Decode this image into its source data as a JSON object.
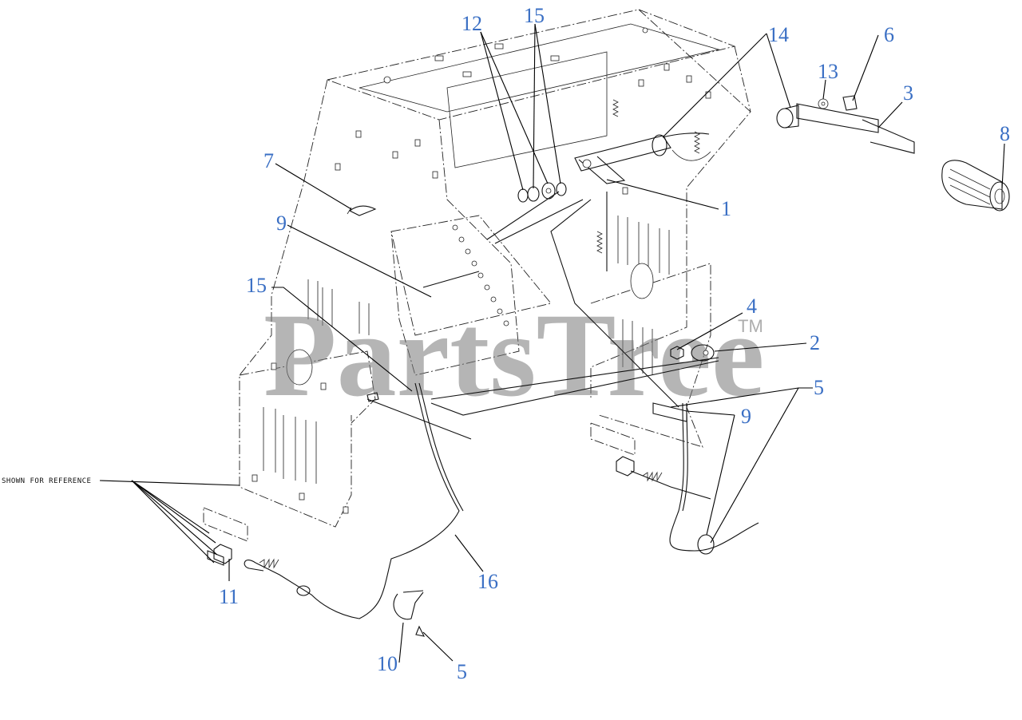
{
  "watermark": {
    "text": "PartsTree",
    "tm": "TM"
  },
  "reference_note": "SHOWN FOR REFERENCE",
  "callouts": [
    {
      "id": "c1",
      "label": "1"
    },
    {
      "id": "c2",
      "label": "2"
    },
    {
      "id": "c3",
      "label": "3"
    },
    {
      "id": "c4",
      "label": "4"
    },
    {
      "id": "c5a",
      "label": "5"
    },
    {
      "id": "c5b",
      "label": "5"
    },
    {
      "id": "c6",
      "label": "6"
    },
    {
      "id": "c7",
      "label": "7"
    },
    {
      "id": "c8",
      "label": "8"
    },
    {
      "id": "c9a",
      "label": "9"
    },
    {
      "id": "c9b",
      "label": "9"
    },
    {
      "id": "c10",
      "label": "10"
    },
    {
      "id": "c11",
      "label": "11"
    },
    {
      "id": "c12",
      "label": "12"
    },
    {
      "id": "c13",
      "label": "13"
    },
    {
      "id": "c14",
      "label": "14"
    },
    {
      "id": "c15a",
      "label": "15"
    },
    {
      "id": "c15b",
      "label": "15"
    },
    {
      "id": "c16",
      "label": "16"
    }
  ],
  "colors": {
    "callout": "#3a6fc4",
    "line": "#111111",
    "watermark": "#7a7a7a"
  }
}
